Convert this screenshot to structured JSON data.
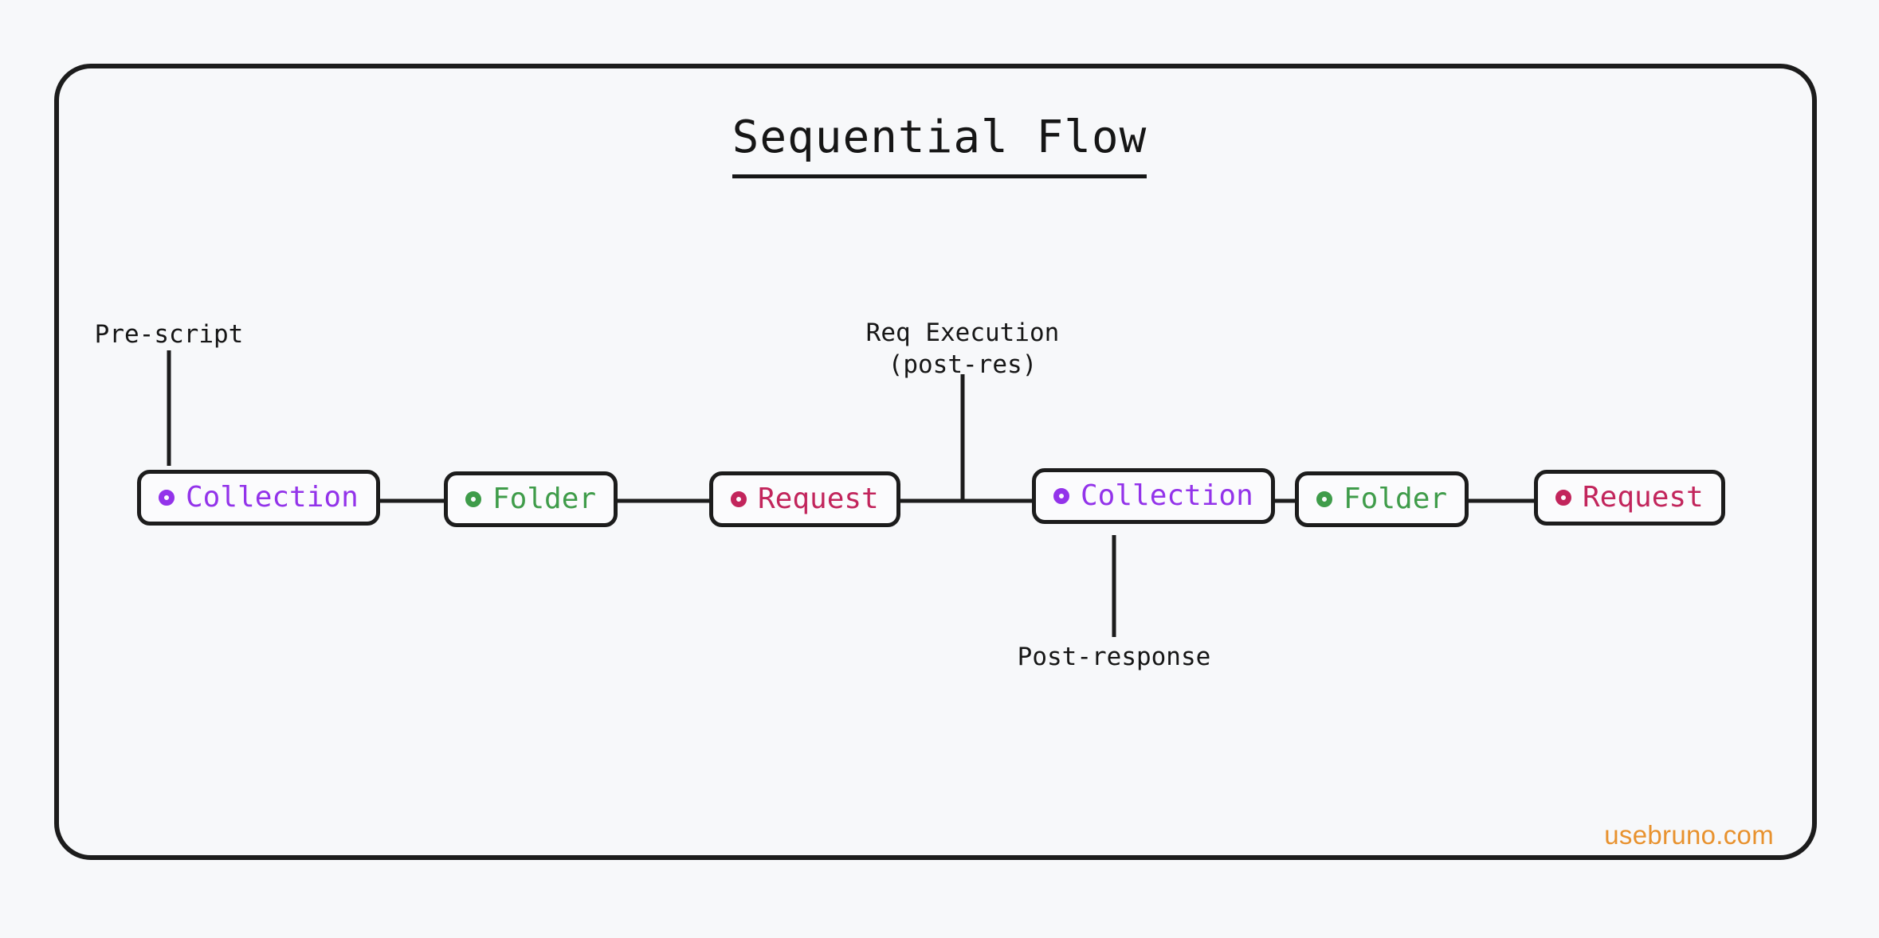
{
  "page": {
    "title": "Sequential Flow",
    "background_color": "#f7f8fa",
    "frame_color": "#1c1c1c"
  },
  "colors": {
    "collection": "#9333ea",
    "folder": "#3f9c4a",
    "request": "#c2255c",
    "line": "#1c1c1c",
    "text": "#161616",
    "watermark": "#e8922f"
  },
  "nodes": [
    {
      "id": "collection-1",
      "label": "Collection",
      "kind": "collection",
      "icon": "circle-dot-icon"
    },
    {
      "id": "folder-1",
      "label": "Folder",
      "kind": "folder",
      "icon": "circle-dot-icon"
    },
    {
      "id": "request-1",
      "label": "Request",
      "kind": "request",
      "icon": "circle-dot-icon"
    },
    {
      "id": "collection-2",
      "label": "Collection",
      "kind": "collection",
      "icon": "circle-dot-icon"
    },
    {
      "id": "folder-2",
      "label": "Folder",
      "kind": "folder",
      "icon": "circle-dot-icon"
    },
    {
      "id": "request-2",
      "label": "Request",
      "kind": "request",
      "icon": "circle-dot-icon"
    }
  ],
  "annotations": [
    {
      "id": "pre-script",
      "text": "Pre-script",
      "attached_to": "collection-1",
      "side": "top"
    },
    {
      "id": "req-execution",
      "text": "Req Execution\n(post-res)",
      "attached_to": "request-1",
      "side": "top"
    },
    {
      "id": "post-response",
      "text": "Post-response",
      "attached_to": "collection-2",
      "side": "bottom"
    }
  ],
  "watermark": {
    "text": "usebruno.com"
  }
}
